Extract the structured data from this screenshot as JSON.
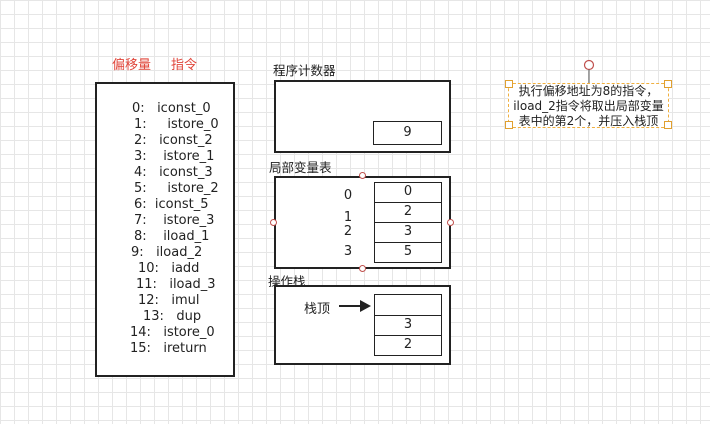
{
  "headers": {
    "offset": "偏移量",
    "instruction": "指令"
  },
  "instructions": [
    {
      "offset": "0:",
      "op": "iconst_0"
    },
    {
      "offset": "1:",
      "op": "istore_0"
    },
    {
      "offset": "2:",
      "op": "iconst_2"
    },
    {
      "offset": "3:",
      "op": "istore_1"
    },
    {
      "offset": "4:",
      "op": "iconst_3"
    },
    {
      "offset": "5:",
      "op": "istore_2"
    },
    {
      "offset": "6:",
      "op": "iconst_5"
    },
    {
      "offset": "7:",
      "op": "istore_3"
    },
    {
      "offset": "8:",
      "op": "iload_1"
    },
    {
      "offset": "9:",
      "op": "iload_2"
    },
    {
      "offset": "10:",
      "op": "iadd"
    },
    {
      "offset": "11:",
      "op": "iload_3"
    },
    {
      "offset": "12:",
      "op": "imul"
    },
    {
      "offset": "13:",
      "op": "dup"
    },
    {
      "offset": "14:",
      "op": "istore_0"
    },
    {
      "offset": "15:",
      "op": "ireturn"
    }
  ],
  "pc": {
    "label": "程序计数器",
    "value": "9"
  },
  "locals": {
    "label": "局部变量表",
    "slots": [
      {
        "index": "0",
        "value": "0"
      },
      {
        "index": "1",
        "value": "2"
      },
      {
        "index": "2",
        "value": "3"
      },
      {
        "index": "3",
        "value": "5"
      }
    ]
  },
  "stack": {
    "label": "操作栈",
    "top_label": "栈顶",
    "cells": [
      "",
      "3",
      "2"
    ]
  },
  "note": {
    "text": "执行偏移地址为8的指令，iload_2指令将取出局部变量表中的第2个，并压入栈顶"
  },
  "colors": {
    "header": "#e0453a",
    "border": "#222222",
    "handle": "#c0504d",
    "selection": "#f0b040"
  }
}
